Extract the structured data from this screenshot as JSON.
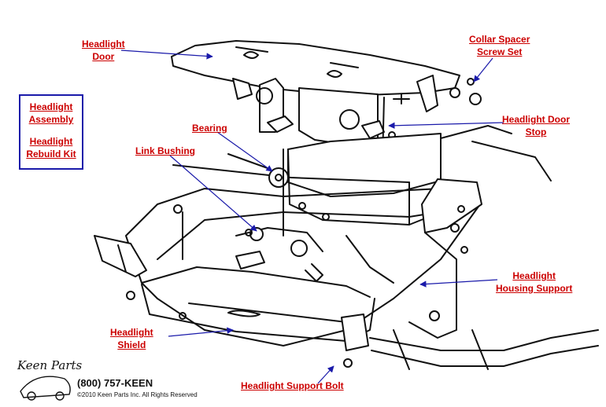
{
  "labels": {
    "headlight_door": [
      "Headlight",
      "Door"
    ],
    "collar_spacer": [
      "Collar Spacer",
      "Screw Set"
    ],
    "headlight_door_stop": [
      "Headlight Door",
      "Stop"
    ],
    "bearing": "Bearing",
    "link_bushing": "Link Bushing",
    "headlight_housing_support": [
      "Headlight",
      "Housing Support"
    ],
    "headlight_shield": [
      "Headlight",
      "Shield"
    ],
    "headlight_support_bolt": "Headlight Support Bolt"
  },
  "kit_box": {
    "assembly": [
      "Headlight",
      "Assembly"
    ],
    "rebuild_kit": [
      "Headlight",
      "Rebuild Kit"
    ]
  },
  "footer": {
    "logo": "Keen Parts",
    "phone": "(800) 757-KEEN",
    "copyright": "©2010 Keen Parts Inc. All Rights Reserved"
  },
  "colors": {
    "label": "#cc0000",
    "arrow": "#1a1aaa",
    "line_art": "#111111"
  }
}
